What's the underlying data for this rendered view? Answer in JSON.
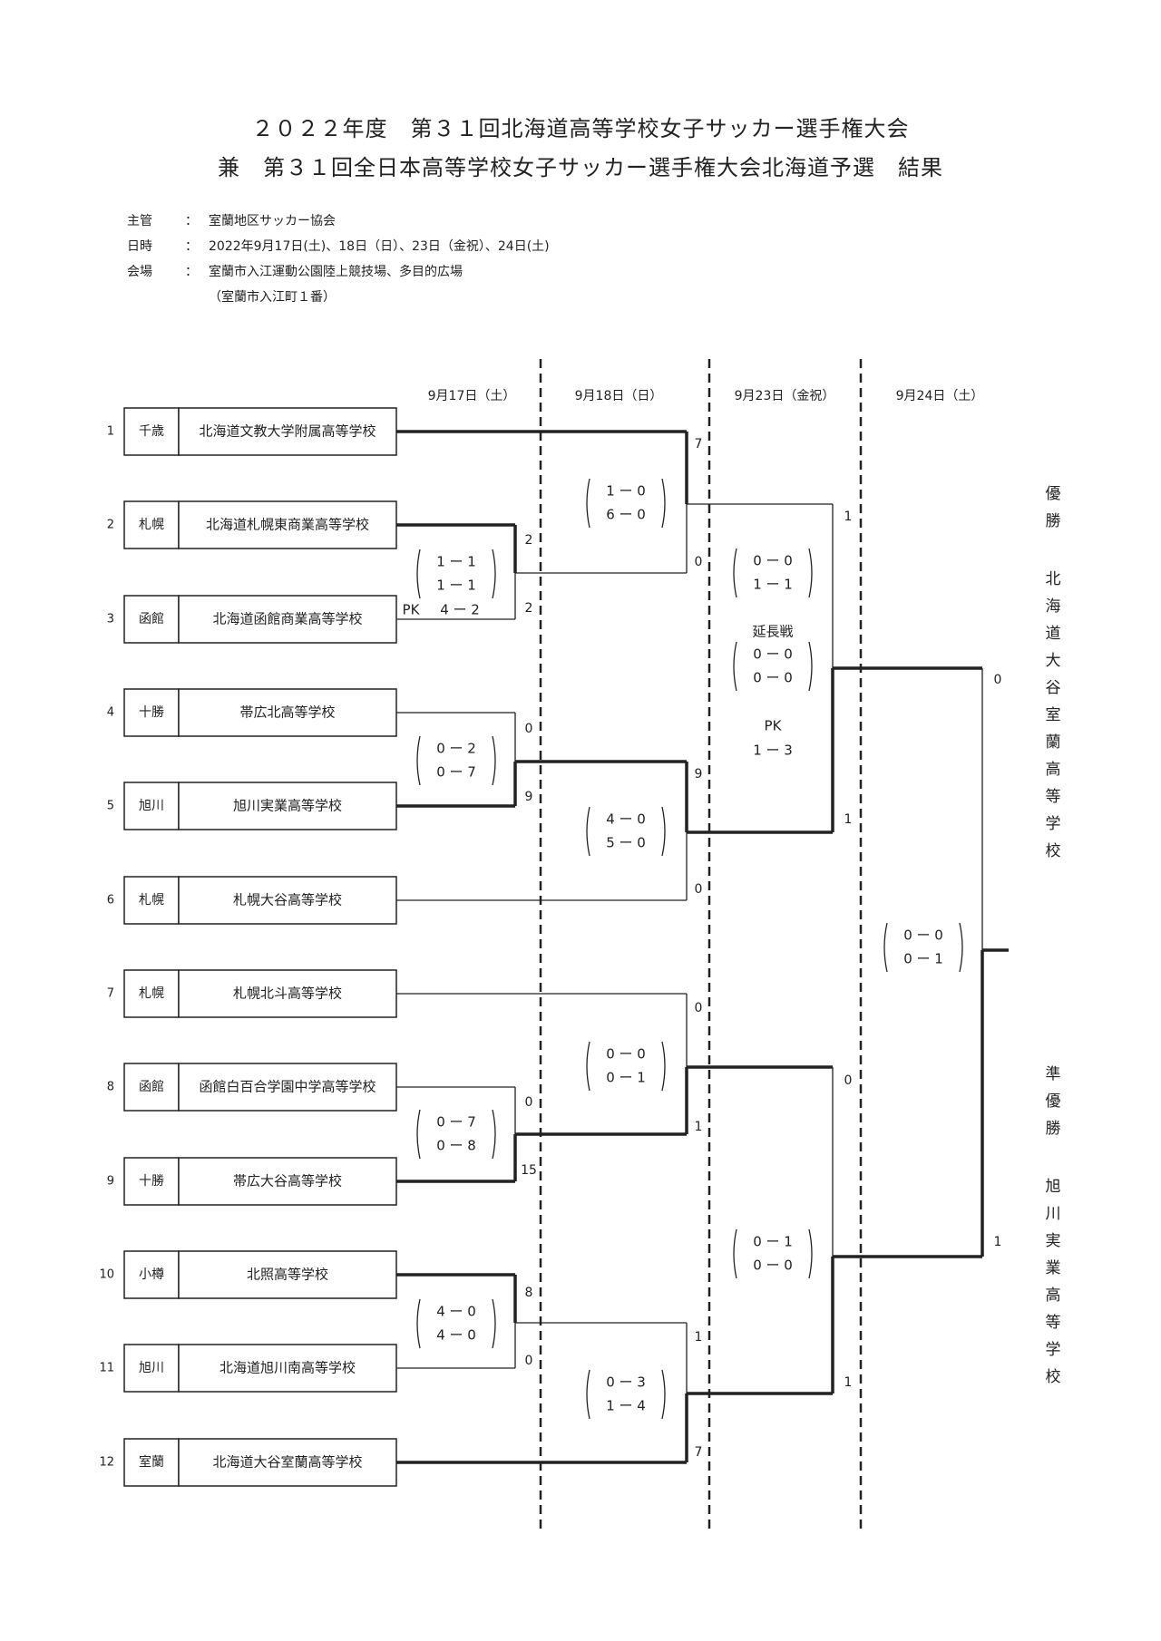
{
  "title_line1": "２０２２年度　第３１回北海道高等学校女子サッカー選手権大会",
  "title_line2": "兼　第３１回全日本高等学校女子サッカー選手権大会北海道予選　結果",
  "info": [
    {
      "label": "主管",
      "value": "室蘭地区サッカー協会"
    },
    {
      "label": "日時",
      "value": "2022年9月17日(土)、18日（日）、23日（金祝）、24日(土)"
    },
    {
      "label": "会場",
      "value": "室蘭市入江運動公園陸上競技場、多目的広場"
    }
  ],
  "info_colon": "：",
  "venue_address": "（室蘭市入江町１番）",
  "dates": [
    "9月17日（土）",
    "9月18日（日）",
    "9月23日（金祝）",
    "9月24日（土）"
  ],
  "teams": [
    {
      "no": "1",
      "region": "千歳",
      "name": "北海道文教大学附属高等学校"
    },
    {
      "no": "2",
      "region": "札幌",
      "name": "北海道札幌東商業高等学校"
    },
    {
      "no": "3",
      "region": "函館",
      "name": "北海道函館商業高等学校"
    },
    {
      "no": "4",
      "region": "十勝",
      "name": "帯広北高等学校"
    },
    {
      "no": "5",
      "region": "旭川",
      "name": "旭川実業高等学校"
    },
    {
      "no": "6",
      "region": "札幌",
      "name": "札幌大谷高等学校"
    },
    {
      "no": "7",
      "region": "札幌",
      "name": "札幌北斗高等学校"
    },
    {
      "no": "8",
      "region": "函館",
      "name": "函館白百合学園中学高等学校"
    },
    {
      "no": "9",
      "region": "十勝",
      "name": "帯広大谷高等学校"
    },
    {
      "no": "10",
      "region": "小樽",
      "name": "北照高等学校"
    },
    {
      "no": "11",
      "region": "旭川",
      "name": "北海道旭川南高等学校"
    },
    {
      "no": "12",
      "region": "室蘭",
      "name": "北海道大谷室蘭高等学校"
    }
  ],
  "scores": {
    "r1_m1": {
      "top": "2",
      "bottom": "2",
      "half1": "1 ー 1",
      "half2": "1 ー 1",
      "pk_label": "PK",
      "pk": "4 ー 2"
    },
    "r1_m2": {
      "top": "0",
      "bottom": "9",
      "half1": "0 ー 2",
      "half2": "0 ー 7"
    },
    "r1_m3": {
      "top": "0",
      "bottom": "15",
      "half1": "0 ー 7",
      "half2": "0 ー 8"
    },
    "r1_m4": {
      "top": "8",
      "bottom": "0",
      "half1": "4 ー 0",
      "half2": "4 ー 0"
    },
    "r2_m1": {
      "top": "7",
      "bottom": "0",
      "half1": "1 ー 0",
      "half2": "6 ー 0"
    },
    "r2_m2": {
      "top": "9",
      "bottom": "0",
      "half1": "4 ー 0",
      "half2": "5 ー 0"
    },
    "r2_m3": {
      "top": "0",
      "bottom": "1",
      "half1": "0 ー 0",
      "half2": "0 ー 1"
    },
    "r2_m4": {
      "top": "1",
      "bottom": "7",
      "half1": "0 ー 3",
      "half2": "1 ー 4"
    },
    "sf_m1": {
      "top": "1",
      "bottom": "1",
      "half1": "0 ー 0",
      "half2": "1 ー 1",
      "et_label": "延長戦",
      "et1": "0 ー 0",
      "et2": "0 ー 0",
      "pk_label": "PK",
      "pk": "1 ー 3"
    },
    "sf_m2": {
      "top": "0",
      "bottom": "1",
      "half1": "0 ー 1",
      "half2": "0 ー 0"
    },
    "final": {
      "top": "0",
      "bottom": "1",
      "half1": "0 ー 0",
      "half2": "0 ー 1"
    }
  },
  "champion_label": "優勝",
  "champion_name": "北海道大谷室蘭高等学校",
  "runnerup_label": "準優勝",
  "runnerup_name": "旭川実業高等学校"
}
